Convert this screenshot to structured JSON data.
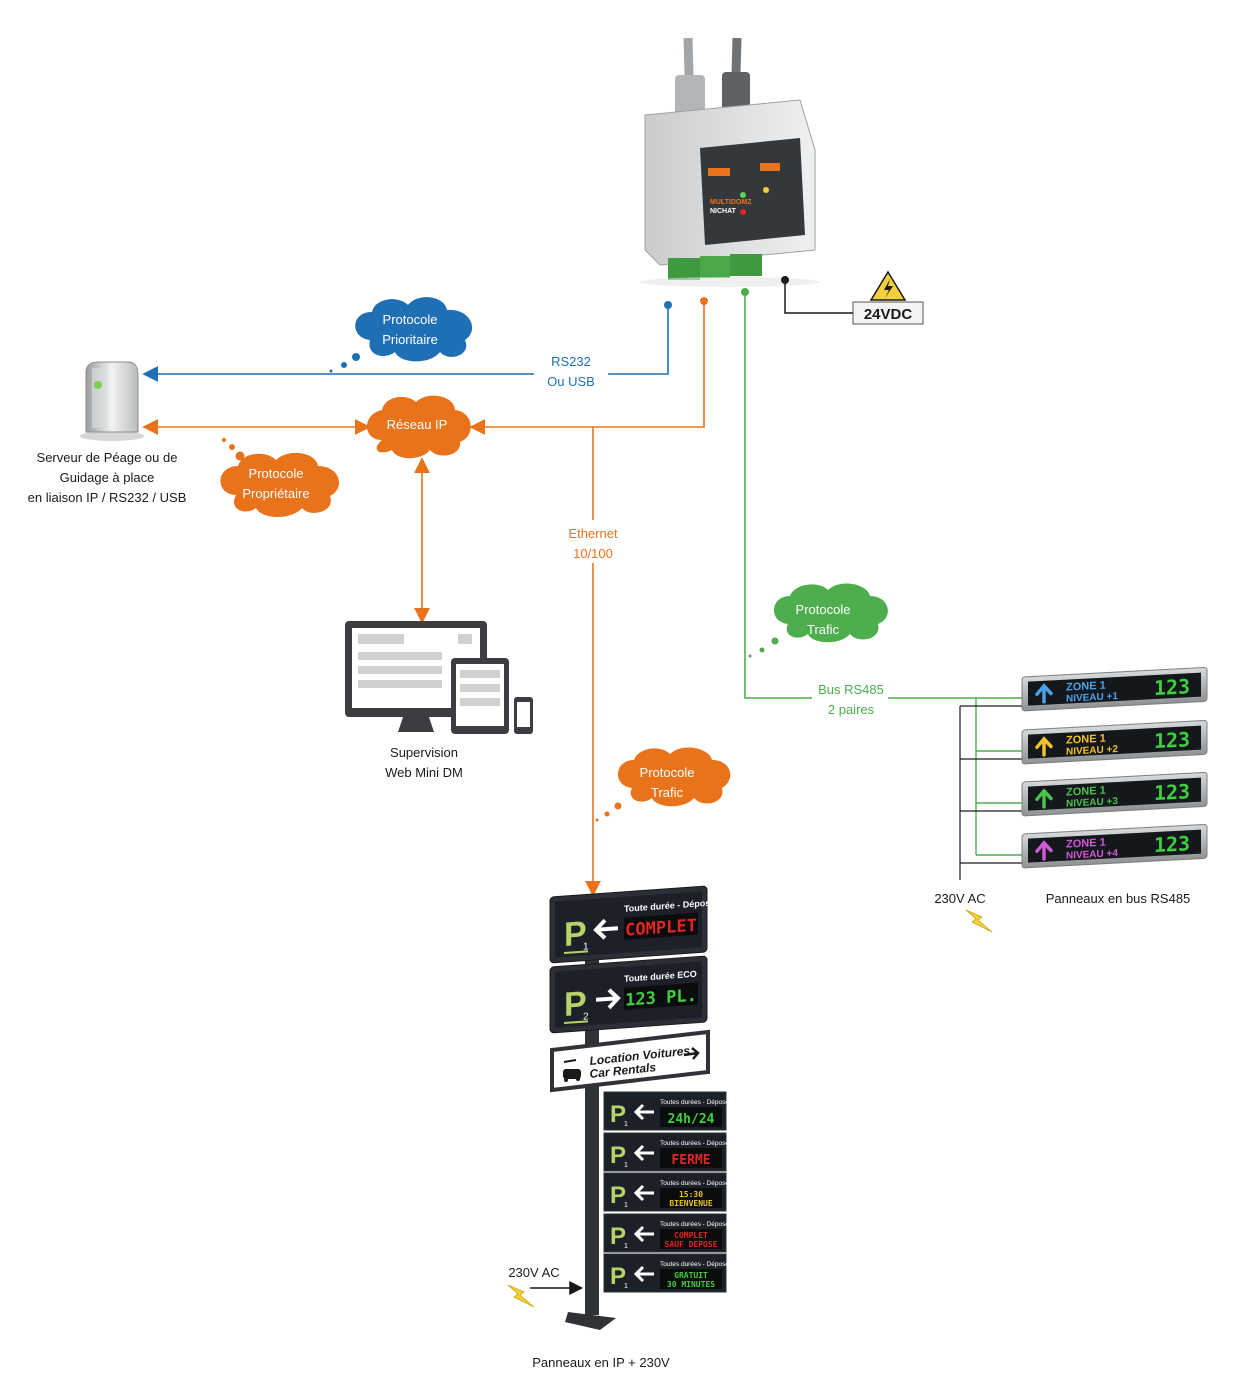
{
  "colors": {
    "blue": "#1f6fb5",
    "orange": "#e8731a",
    "green": "#4cae4c",
    "black": "#1a1a1a",
    "sign_bg": "#1c2028",
    "p_letter": "#b6d36a"
  },
  "device": {
    "brand": "MULTIDOMZ",
    "maker": "NICHAT"
  },
  "power_badge": {
    "label": "24VDC",
    "icon": "high-voltage-warning-icon"
  },
  "clouds": {
    "protocole_prioritaire": [
      "Protocole",
      "Prioritaire"
    ],
    "reseau_ip": [
      "Réseau IP"
    ],
    "protocole_proprietaire": [
      "Protocole",
      "Propriétaire"
    ],
    "protocole_trafic_bus": [
      "Protocole",
      "Trafic"
    ],
    "protocole_trafic_ip": [
      "Protocole",
      "Trafic"
    ]
  },
  "links": {
    "rs232": [
      "RS232",
      "Ou USB"
    ],
    "ethernet": [
      "Ethernet",
      "10/100"
    ],
    "bus_rs485": [
      "Bus RS485",
      "2 paires"
    ]
  },
  "server": {
    "icon": "server-tower-icon",
    "caption": [
      "Serveur de Péage ou de",
      "Guidage à place",
      "en liaison IP / RS232 / USB"
    ]
  },
  "supervision": {
    "icon": "multi-device-screens-icon",
    "caption": [
      "Supervision",
      "Web Mini DM"
    ]
  },
  "rs485_panels": {
    "caption": "Panneaux en bus RS485",
    "power": "230V AC",
    "items": [
      {
        "zone": "ZONE 1",
        "niveau": "NIVEAU +1",
        "count": "123",
        "arrow_color": "#4aa3e6"
      },
      {
        "zone": "ZONE 1",
        "niveau": "NIVEAU +2",
        "count": "123",
        "arrow_color": "#f2c12e"
      },
      {
        "zone": "ZONE 1",
        "niveau": "NIVEAU +3",
        "count": "123",
        "arrow_color": "#4cc24c"
      },
      {
        "zone": "ZONE 1",
        "niveau": "NIVEAU +4",
        "count": "123",
        "arrow_color": "#d05ad6"
      }
    ]
  },
  "ip_pole": {
    "caption": "Panneaux en IP + 230V",
    "power": "230V AC",
    "big_signs": [
      {
        "p": "P",
        "sub": "1",
        "title": "Toute durée - Dépose",
        "display": "COMPLET",
        "display_color": "#e0261e",
        "arrow": "left"
      },
      {
        "p": "P",
        "sub": "2",
        "title": "Toute durée ECO",
        "display": "123 PL.",
        "display_color": "#3fcf3f",
        "arrow": "right"
      }
    ],
    "rental_sign": {
      "line1": "Location Voitures",
      "line2": "Car Rentals"
    },
    "small_signs": [
      {
        "p": "P",
        "sub": "1",
        "title": "Toutes durées - Dépose",
        "display": [
          "24h/24"
        ],
        "display_color": "#3fcf3f"
      },
      {
        "p": "P",
        "sub": "1",
        "title": "Toutes durées - Dépose",
        "display": [
          "FERME"
        ],
        "display_color": "#e0261e"
      },
      {
        "p": "P",
        "sub": "1",
        "title": "Toutes durées - Dépose",
        "display": [
          "15:30",
          "BIENVENUE"
        ],
        "display_color": "#e7c21c"
      },
      {
        "p": "P",
        "sub": "1",
        "title": "Toutes durées - Dépose",
        "display": [
          "COMPLET",
          "SAUF DEPOSE"
        ],
        "display_color": "#e0261e"
      },
      {
        "p": "P",
        "sub": "1",
        "title": "Toutes durées - Dépose",
        "display": [
          "GRATUIT",
          "30 MINUTES"
        ],
        "display_color": "#3fcf3f"
      }
    ]
  }
}
